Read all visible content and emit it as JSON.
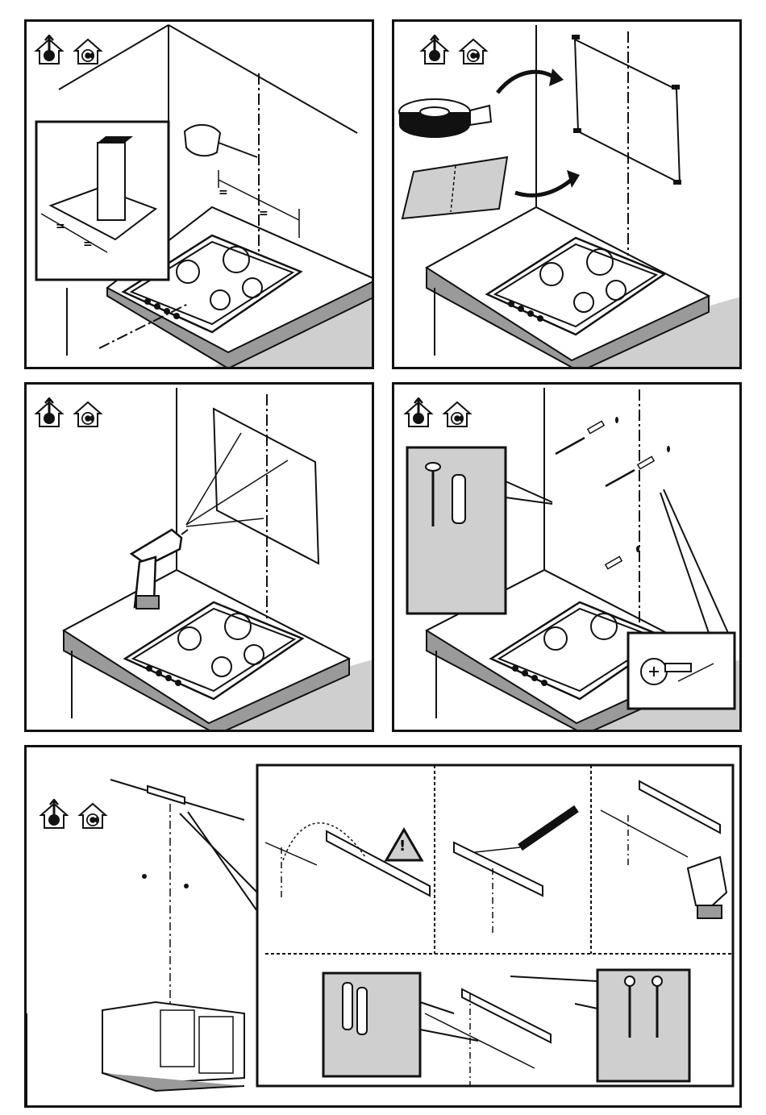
{
  "page": {
    "figure_count": 5
  },
  "badges": {
    "extraction_mode_icon": "house-with-fan-extraction-icon",
    "recirculation_mode_icon": "house-with-recirculation-icon"
  },
  "figures": [
    {
      "name": "figure-measure-and-mark-axis",
      "equal_marks": [
        "=",
        "=",
        "=",
        "="
      ]
    },
    {
      "name": "figure-apply-template-with-tape"
    },
    {
      "name": "figure-drill-holes"
    },
    {
      "name": "figure-insert-plugs-and-screws"
    },
    {
      "name": "figure-mount-bracket",
      "warning_symbol": "!"
    }
  ],
  "colors": {
    "line": "#111111",
    "surface": "#9a9a9a",
    "shadow": "#cfcfcf"
  }
}
